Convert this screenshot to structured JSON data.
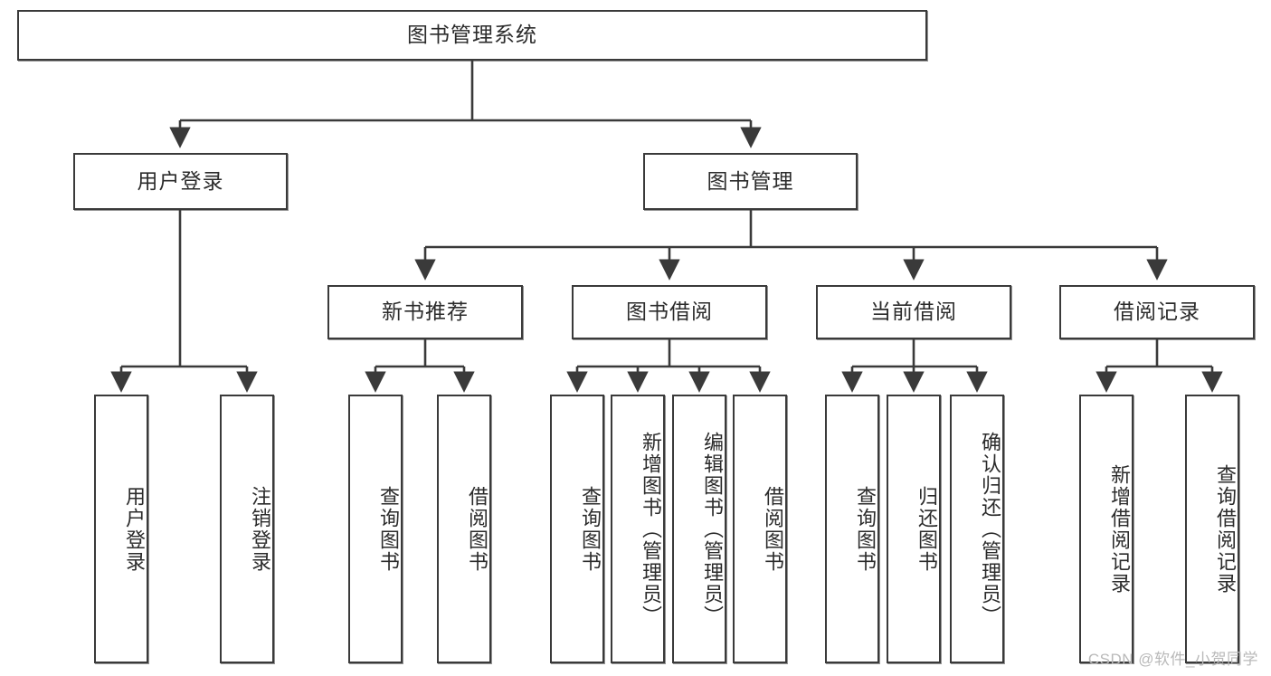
{
  "diagram": {
    "title": "图书管理系统",
    "type": "tree-hierarchy",
    "root": {
      "id": "root",
      "label": "图书管理系统"
    },
    "level2": [
      {
        "id": "user-login",
        "label": "用户登录"
      },
      {
        "id": "book-manage",
        "label": "图书管理"
      }
    ],
    "level3": [
      {
        "id": "new-book-recommend",
        "label": "新书推荐"
      },
      {
        "id": "book-borrow",
        "label": "图书借阅"
      },
      {
        "id": "current-borrow",
        "label": "当前借阅"
      },
      {
        "id": "borrow-record",
        "label": "借阅记录"
      }
    ],
    "leaves": {
      "user_login": [
        {
          "id": "leaf-user-login",
          "label": "用户登录"
        },
        {
          "id": "leaf-logout-login",
          "label": "注销登录"
        }
      ],
      "new_book_recommend": [
        {
          "id": "leaf-query-book-1",
          "label": "查询图书"
        },
        {
          "id": "leaf-borrow-book-1",
          "label": "借阅图书"
        }
      ],
      "book_borrow": [
        {
          "id": "leaf-query-book-2",
          "label": "查询图书"
        },
        {
          "id": "leaf-add-book",
          "label": "新增图书（管理员）"
        },
        {
          "id": "leaf-edit-book",
          "label": "编辑图书（管理员）"
        },
        {
          "id": "leaf-borrow-book-2",
          "label": "借阅图书"
        }
      ],
      "current_borrow": [
        {
          "id": "leaf-query-book-3",
          "label": "查询图书"
        },
        {
          "id": "leaf-return-book",
          "label": "归还图书"
        },
        {
          "id": "leaf-confirm-return",
          "label": "确认归还（管理员）"
        }
      ],
      "borrow_record": [
        {
          "id": "leaf-add-record",
          "label": "新增借阅记录"
        },
        {
          "id": "leaf-query-record",
          "label": "查询借阅记录"
        }
      ]
    }
  },
  "watermark": {
    "text": "CSDN @软件_小贺同学"
  },
  "colors": {
    "border": "#3a3a3a",
    "text": "#2b2b2b",
    "background": "#ffffff",
    "watermark": "#b9b9b9"
  }
}
